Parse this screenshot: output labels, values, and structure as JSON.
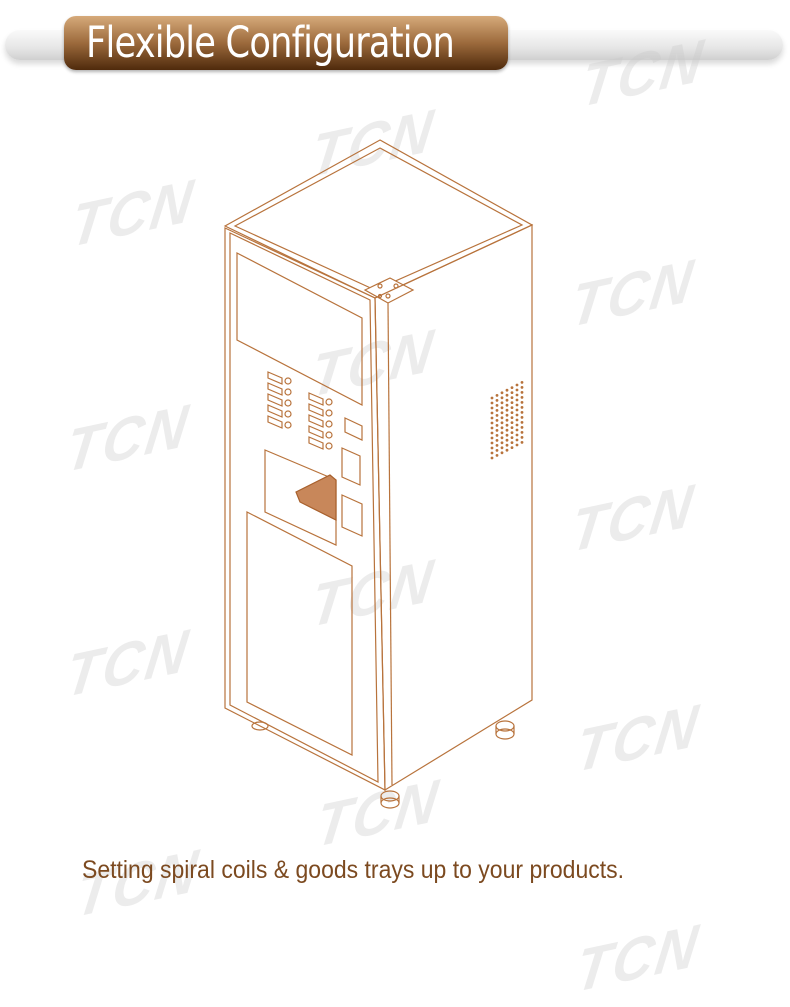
{
  "header": {
    "title": "Flexible Configuration"
  },
  "watermark": {
    "text": "TCN"
  },
  "caption": "Setting spiral coils & goods trays up to your products.",
  "colors": {
    "line": "#b8733c",
    "caption": "#7c4a20",
    "pill_top": "#d6aa7a",
    "pill_bottom": "#4f2a0c"
  }
}
